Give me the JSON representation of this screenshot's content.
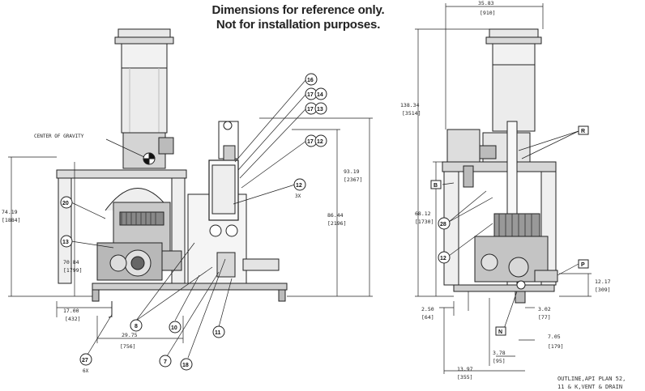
{
  "header": {
    "line1": "Dimensions for reference only.",
    "line2": "Not for installation purposes."
  },
  "left_view": {
    "center_of_gravity": "CENTER OF GRAVITY",
    "dims": {
      "height_in": "74.19",
      "height_mm": "[1884]",
      "mid_in": "70.84",
      "mid_mm": "[1799]",
      "right_in": "93.19",
      "right_mm": "[2367]",
      "right2_in": "86.44",
      "right2_mm": "[2196]",
      "base_in": "17.00",
      "base_mm": "[432]",
      "width_in": "29.75",
      "width_mm": "[756]"
    },
    "bubbles": [
      "16",
      "17",
      "14",
      "17",
      "13",
      "17",
      "12",
      "12",
      "20",
      "13",
      "8",
      "10",
      "11",
      "7",
      "18",
      "27"
    ],
    "qty_3x": "3X",
    "qty_6x": "6X"
  },
  "right_view": {
    "dims": {
      "top_in": "35.83",
      "top_mm": "[910]",
      "height_in": "138.34",
      "height_mm": "[3514]",
      "mid_in": "68.12",
      "mid_mm": "[1730]",
      "low_in": "12.17",
      "low_mm": "[309]",
      "b1_in": "2.50",
      "b1_mm": "[64]",
      "b2_in": "3.02",
      "b2_mm": "[77]",
      "b3_in": "7.05",
      "b3_mm": "[179]",
      "b4_in": "3.78",
      "b4_mm": "[95]",
      "b5_in": "13.97",
      "b5_mm": "[355]"
    },
    "bubbles": [
      "28",
      "12"
    ],
    "tags": [
      "R",
      "B",
      "P",
      "N"
    ]
  },
  "title_block": {
    "line1": "OUTLINE,API PLAN 52,",
    "line2": "11 & K,VENT & DRAIN"
  }
}
